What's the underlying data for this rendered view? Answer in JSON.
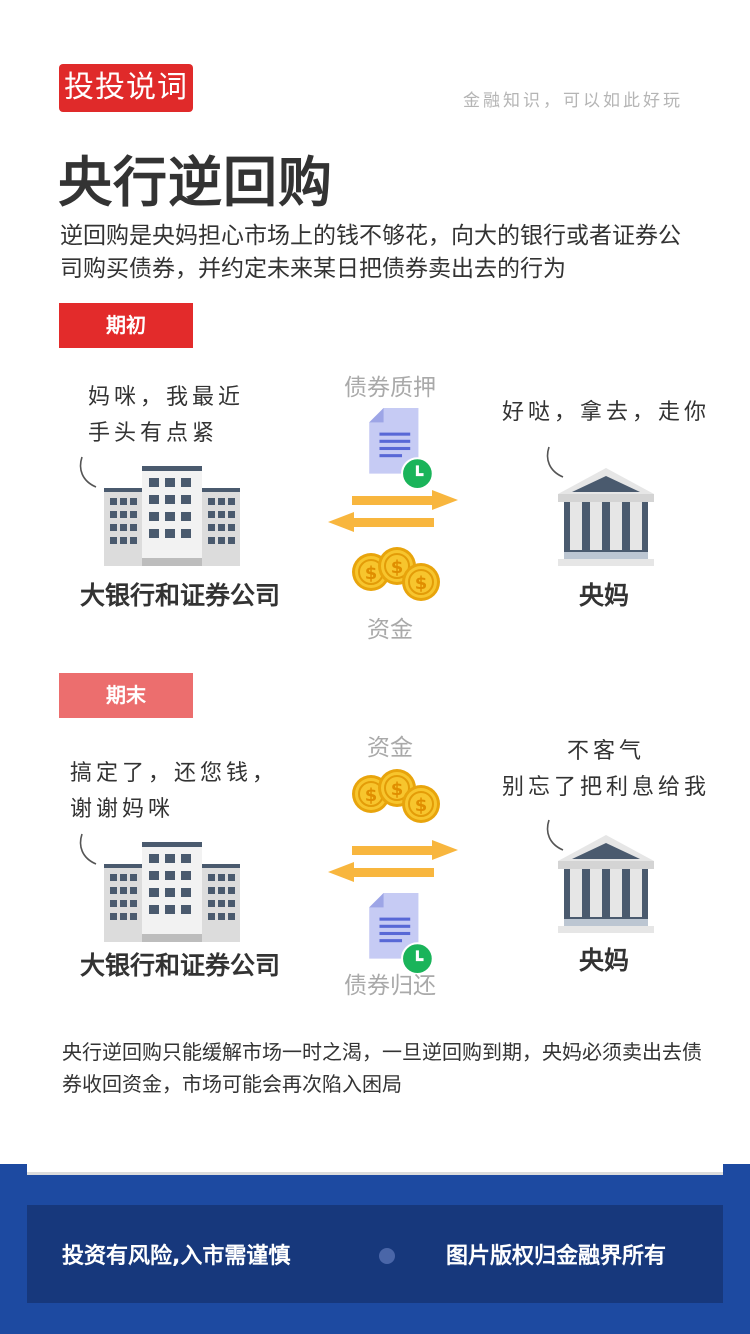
{
  "header": {
    "logo_text": "投投说词",
    "slogan": "金融知识，可以如此好玩",
    "title": "央行逆回购",
    "intro": "逆回购是央妈担心市场上的钱不够花，向大的银行或者证券公司购买债券，并约定未来某日把债券卖出去的行为"
  },
  "phase_start": {
    "tag": "期初",
    "bank_speech_line1": "妈咪，我最近",
    "bank_speech_line2": "手头有点紧",
    "central_speech": "好哒，拿去，走你",
    "top_label": "债券质押",
    "bottom_label": "资金",
    "bank_name": "大银行和证券公司",
    "central_name": "央妈"
  },
  "phase_end": {
    "tag": "期末",
    "bank_speech_line1": "搞定了，还您钱，",
    "bank_speech_line2": "谢谢妈咪",
    "central_speech_line1": "不客气",
    "central_speech_line2": "别忘了把利息给我",
    "top_label": "资金",
    "bottom_label": "债券归还",
    "bank_name": "大银行和证券公司",
    "central_name": "央妈"
  },
  "footnote": "央行逆回购只能缓解市场一时之渴，一旦逆回购到期，央妈必须卖出去债券收回资金，市场可能会再次陷入困局",
  "footer": {
    "left": "投资有风险,入市需谨慎",
    "right": "图片版权归金融界所有"
  },
  "colors": {
    "brand_red": "#e02a2a",
    "tag_end": "#ec6e6e",
    "arrow": "#f8b63e",
    "footer_blue": "#1d4aa1",
    "coin_gold": "#f5c518",
    "building_gray": "#d9d9d9"
  },
  "icons": [
    "building-icon",
    "bank-icon",
    "document-icon",
    "coins-icon",
    "arrow-right-icon",
    "arrow-left-icon"
  ]
}
